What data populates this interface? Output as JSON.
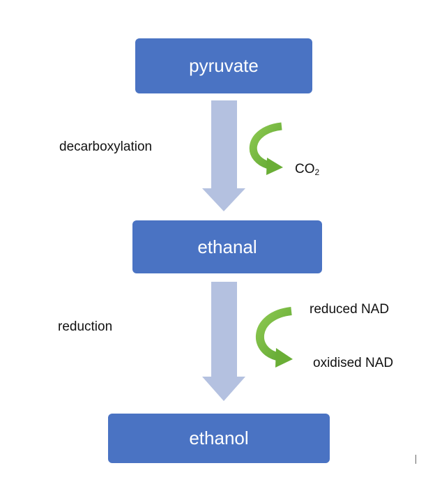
{
  "boxes": {
    "pyruvate": "pyruvate",
    "ethanal": "ethanal",
    "ethanol": "ethanol"
  },
  "steps": {
    "step1_label": "decarboxylation",
    "step2_label": "reduction"
  },
  "side_products": {
    "co2_main": "CO",
    "co2_sub": "2",
    "reduced_nad": "reduced NAD",
    "oxidised_nad": "oxidised NAD"
  },
  "colors": {
    "box_fill": "#4a73c3",
    "box_text": "#ffffff",
    "main_arrow": "#b4c1e0",
    "side_arrow": "#77b83c"
  }
}
